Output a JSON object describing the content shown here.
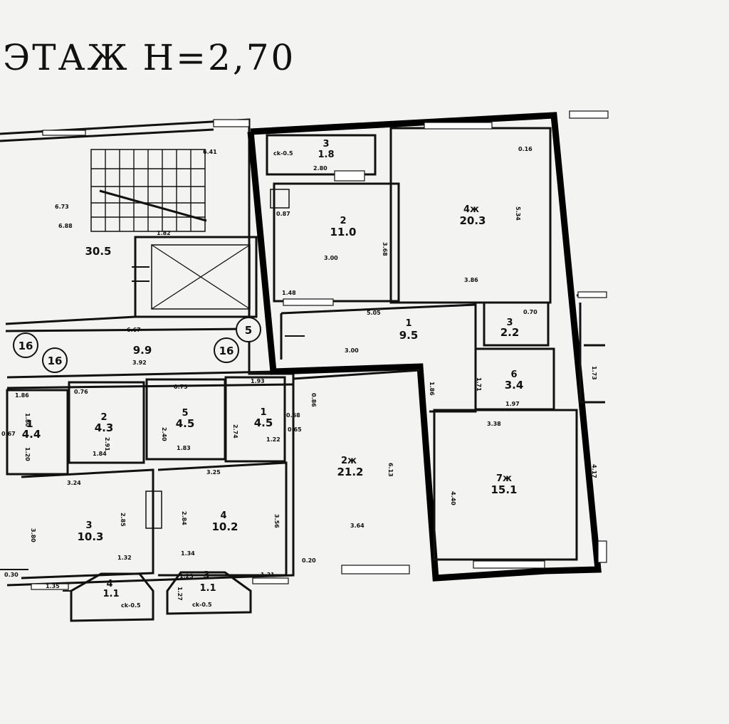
{
  "title": "ЭТАЖ Н=2,70",
  "rooms": [
    {
      "num": "",
      "area": "30.5"
    },
    {
      "num": "",
      "area": "9.9"
    },
    {
      "num": "3",
      "area": "1.8",
      "note": "ck-0.5"
    },
    {
      "num": "2",
      "area": "11.0"
    },
    {
      "num": "4ж",
      "area": "20.3"
    },
    {
      "num": "1",
      "area": "9.5"
    },
    {
      "num": "3",
      "area": "2.2"
    },
    {
      "num": "6",
      "area": "3.4"
    },
    {
      "num": "2ж",
      "area": "21.2"
    },
    {
      "num": "7ж",
      "area": "15.1"
    },
    {
      "num": "2",
      "area": "4.3"
    },
    {
      "num": "5",
      "area": "4.5"
    },
    {
      "num": "1",
      "area": "4.5"
    },
    {
      "num": "1",
      "area": "4.4"
    },
    {
      "num": "3",
      "area": "10.3"
    },
    {
      "num": "4",
      "area": "10.2"
    },
    {
      "num": "4",
      "area": "1.1",
      "note": "ck-0.5"
    },
    {
      "num": "3",
      "area": "1.1",
      "note": "ck-0.5"
    }
  ],
  "axis_marks": [
    "16",
    "16",
    "16",
    "5"
  ],
  "dimensions": [
    "6.73",
    "6.41",
    "1.82",
    "6.67",
    "3.92",
    "6.88",
    "3.00",
    "1.48",
    "5.05",
    "3.00",
    "3.86",
    "0.70",
    "1.97",
    "3.38",
    "3.64",
    "3.24",
    "3.25",
    "1.32",
    "1.34",
    "1.84",
    "1.83",
    "1.93",
    "1.86",
    "1.35",
    "1.31",
    "0.30",
    "0.76",
    "0.73",
    "0.68",
    "0.65",
    "2.80",
    "0.16",
    "0.87",
    "1.22",
    "2.91",
    "2.40",
    "2.74",
    "6.13",
    "4.40",
    "3.80",
    "3.56",
    "2.85",
    "2.84",
    "5.34",
    "3.68",
    "1.86",
    "1.71",
    "4.17",
    "1.73",
    "1.80",
    "1.20",
    "0.67",
    "0.20",
    "1.23",
    "1.27",
    "0.86"
  ]
}
